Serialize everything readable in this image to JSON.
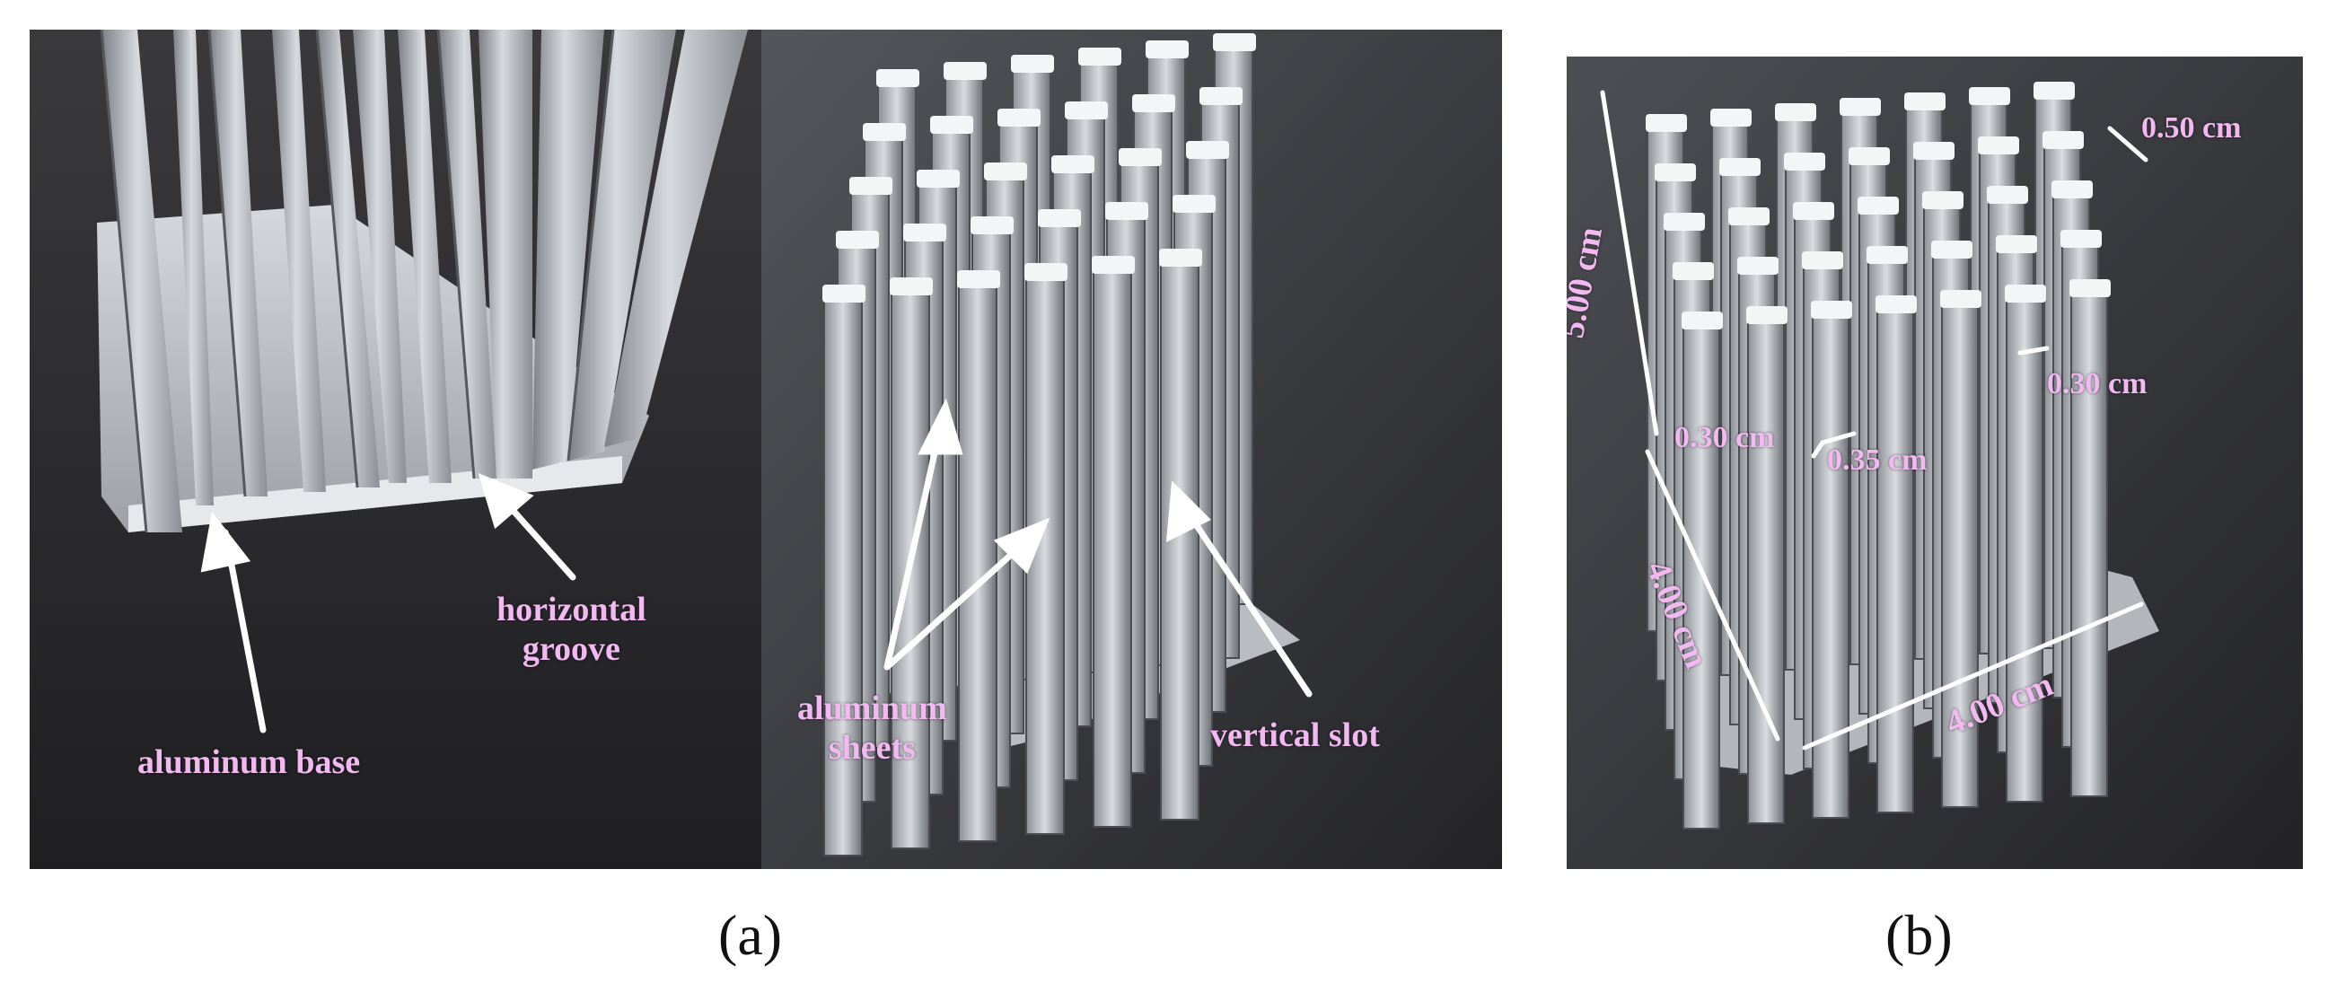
{
  "panel_a": {
    "labels": {
      "aluminum_base": "aluminum base",
      "horizontal_groove": "horizontal\ngroove",
      "aluminum_sheets": "aluminum\nsheets",
      "vertical_slot": "vertical slot"
    },
    "caption": "(a)"
  },
  "panel_b": {
    "dimensions": {
      "height": "5.00 cm",
      "depth": "4.00 cm",
      "width": "4.00 cm",
      "top_gap": "0.50 cm",
      "right_gap": "0.30 cm",
      "pin_thickness": "0.30 cm",
      "pin_width": "0.35 cm"
    },
    "caption": "(b)"
  },
  "colors": {
    "label": "#f2b8f0",
    "background_dark": "#2b2b2e",
    "metal": "#c9ccd1"
  }
}
